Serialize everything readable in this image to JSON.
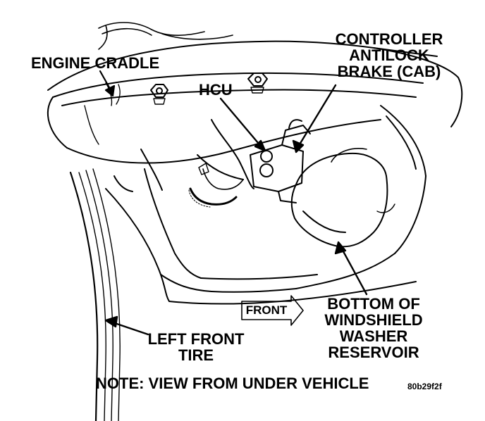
{
  "labels": {
    "engine_cradle": "ENGINE CRADLE",
    "hcu": "HCU",
    "controller_line1": "CONTROLLER",
    "controller_line2": "ANTILOCK",
    "controller_line3": "BRAKE (CAB)",
    "front": "FRONT",
    "bottom_line1": "BOTTOM OF",
    "bottom_line2": "WINDSHIELD",
    "bottom_line3": "WASHER",
    "bottom_line4": "RESERVOIR",
    "tire_line1": "LEFT FRONT",
    "tire_line2": "TIRE",
    "note": "NOTE: VIEW FROM UNDER VEHICLE",
    "figure_code": "80b29f2f"
  },
  "colors": {
    "ink": "#000000",
    "paper": "#ffffff"
  }
}
